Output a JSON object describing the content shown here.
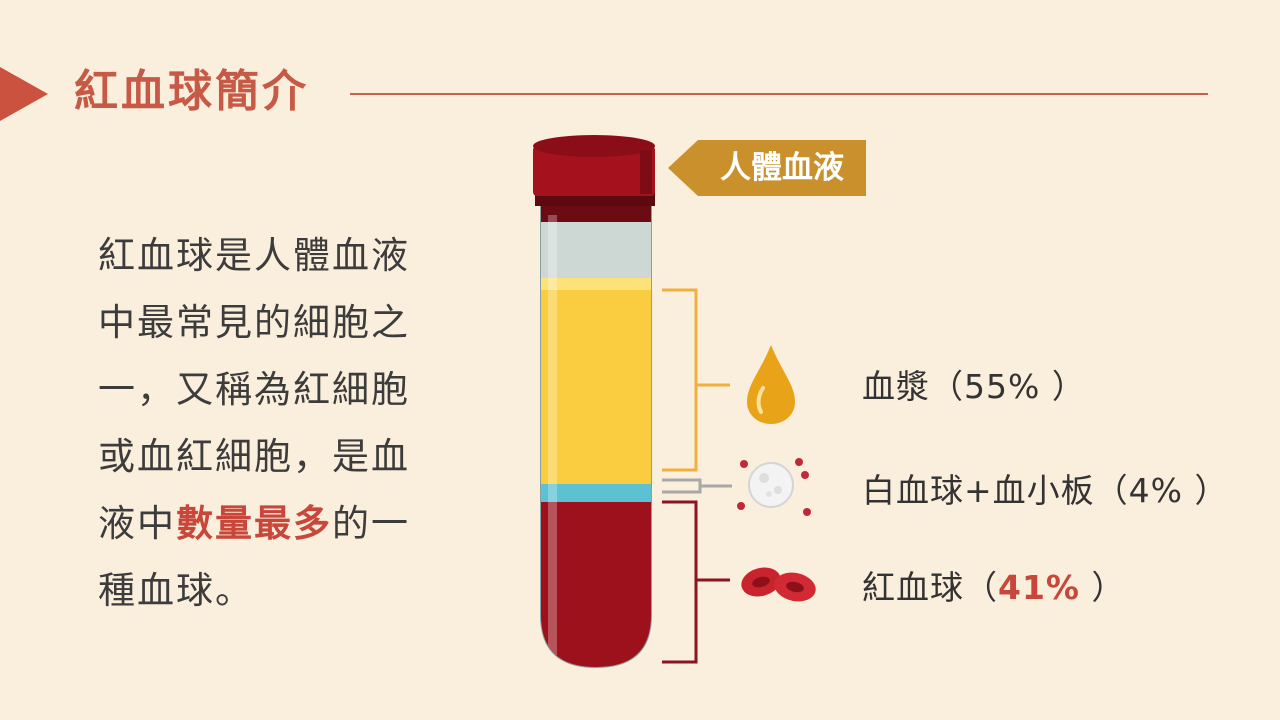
{
  "title": "紅血球簡介",
  "body": {
    "before": "紅血球是人體血液中最常見的細胞之一，又稱為紅細胞或血紅細胞，是血液中",
    "highlight": "數量最多",
    "after": "的一種血球。"
  },
  "tube_tag": "人體血液",
  "components": [
    {
      "name": "血漿（",
      "value": "55%",
      "suffix": " ）",
      "icon": "plasma-drop-icon"
    },
    {
      "name": "白血球+血小板（",
      "value": "4%",
      "suffix": " ）",
      "icon": "white-cell-icon"
    },
    {
      "name": "紅血球（",
      "value": "41%",
      "suffix": " ）",
      "icon": "red-cell-icon"
    }
  ],
  "colors": {
    "accent": "#c8473a",
    "tag": "#c9902c",
    "background": "#faeedc",
    "plasma": "#f9cd3f",
    "blood": "#9c111b"
  }
}
